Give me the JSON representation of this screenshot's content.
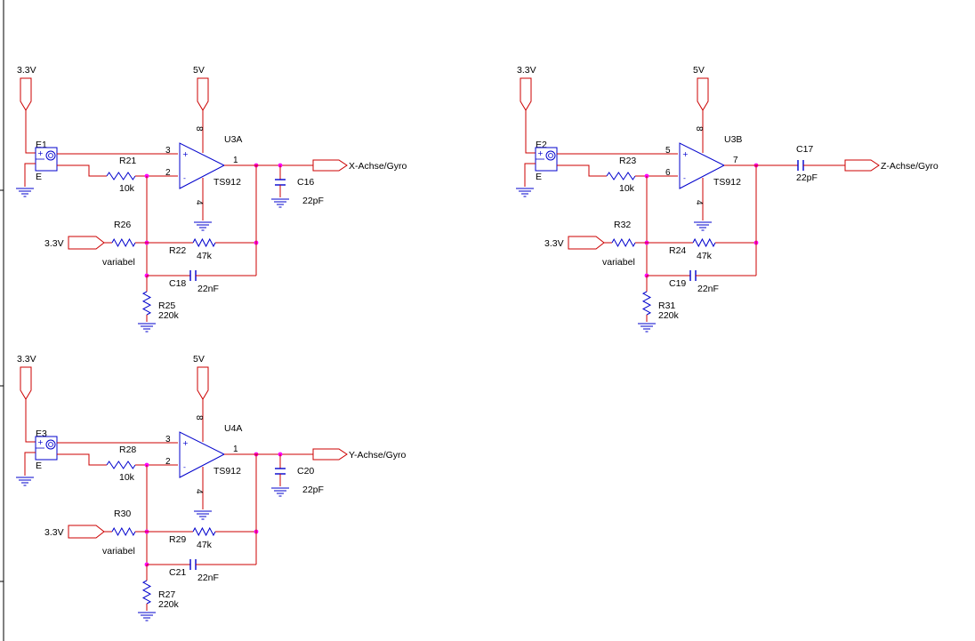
{
  "colors": {
    "wire": "#cc0000",
    "component": "#0000cc",
    "junction": "#ff00ff",
    "text": "#000000",
    "border": "#000000"
  },
  "symbols": {
    "sensor_plus": "+",
    "sensor_minus": "E",
    "opamp_plus": "+",
    "opamp_minus": "-"
  },
  "blocks": [
    {
      "id": "x",
      "supply_sensor": "3.3V",
      "supply_opamp": "5V",
      "sensor": "E1",
      "opamp_ref": "U3A",
      "opamp_part": "TS912",
      "pin_plus": "3",
      "pin_minus": "2",
      "pin_out": "1",
      "pin_vcc": "8",
      "pin_gnd": "4",
      "r_in": "R21",
      "r_in_val": "10k",
      "r_off": "R26",
      "r_off_val": "variabel",
      "offset_supply": "3.3V",
      "r_fb": "R22",
      "r_fb_val": "47k",
      "c_fb": "C18",
      "c_fb_val": "22nF",
      "r_gnd": "R25",
      "r_gnd_val": "220k",
      "c_out": "C16",
      "c_out_val": "22pF",
      "output": "X-Achse/Gyro"
    },
    {
      "id": "z",
      "supply_sensor": "3.3V",
      "supply_opamp": "5V",
      "sensor": "E2",
      "opamp_ref": "U3B",
      "opamp_part": "TS912",
      "pin_plus": "5",
      "pin_minus": "6",
      "pin_out": "7",
      "pin_vcc": "8",
      "pin_gnd": "4",
      "r_in": "R23",
      "r_in_val": "10k",
      "r_off": "R32",
      "r_off_val": "variabel",
      "offset_supply": "3.3V",
      "r_fb": "R24",
      "r_fb_val": "47k",
      "c_fb": "C19",
      "c_fb_val": "22nF",
      "r_gnd": "R31",
      "r_gnd_val": "220k",
      "c_out": "C17",
      "c_out_val": "22pF",
      "output": "Z-Achse/Gyro"
    },
    {
      "id": "y",
      "supply_sensor": "3.3V",
      "supply_opamp": "5V",
      "sensor": "E3",
      "opamp_ref": "U4A",
      "opamp_part": "TS912",
      "pin_plus": "3",
      "pin_minus": "2",
      "pin_out": "1",
      "pin_vcc": "8",
      "pin_gnd": "4",
      "r_in": "R28",
      "r_in_val": "10k",
      "r_off": "R30",
      "r_off_val": "variabel",
      "offset_supply": "3.3V",
      "r_fb": "R29",
      "r_fb_val": "47k",
      "c_fb": "C21",
      "c_fb_val": "22nF",
      "r_gnd": "R27",
      "r_gnd_val": "220k",
      "c_out": "C20",
      "c_out_val": "22pF",
      "output": "Y-Achse/Gyro"
    }
  ]
}
